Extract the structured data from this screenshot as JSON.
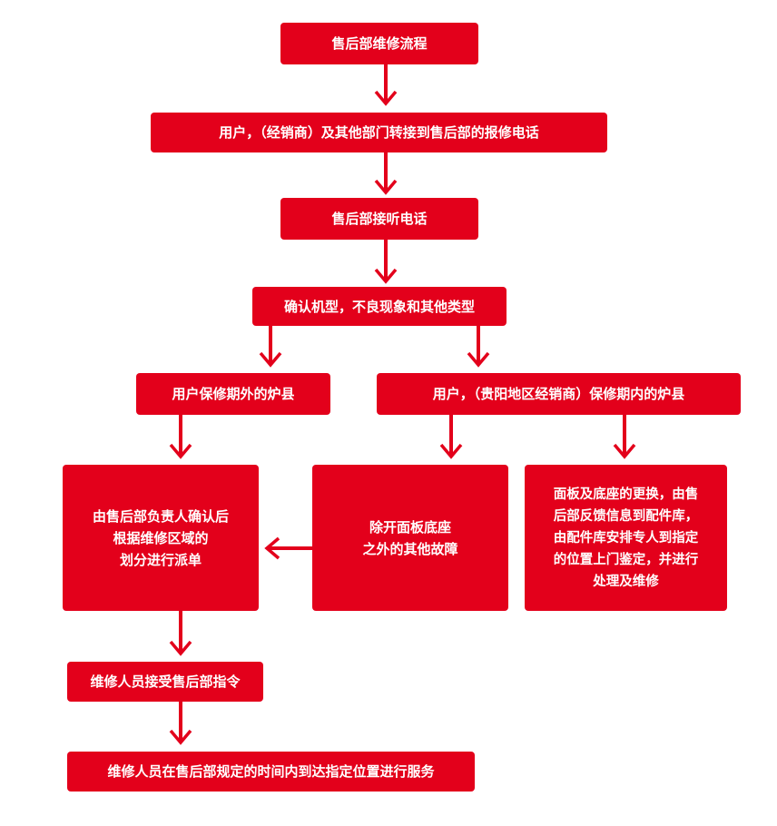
{
  "colors": {
    "node_fill": "#e3001b",
    "text": "#ffffff",
    "arrow": "#e3001b",
    "background": "#ffffff"
  },
  "nodes": {
    "title": "售后部维修流程",
    "report_call": "用户，（经销商）及其他部门转接到售后部的报修电话",
    "answer_call": "售后部接听电话",
    "confirm": "确认机型，不良现象和其他类型",
    "out_of_warranty": "用户保修期外的炉县",
    "in_warranty": "用户，（贵阳地区经销商）保修期内的炉县",
    "dispatch": "由售后部负责人确认后\n根据维修区域的\n划分进行派单",
    "other_faults": "除开面板底座\n之外的其他故障",
    "replace_parts": "面板及底座的更换，由售\n后部反馈信息到配件库，\n由配件库安排专人到指定\n的位置上门鉴定，并进行\n处理及维修",
    "accept_order": "维修人员接受售后部指令",
    "service": "维修人员在售后部规定的时间内到达指定位置进行服务"
  }
}
